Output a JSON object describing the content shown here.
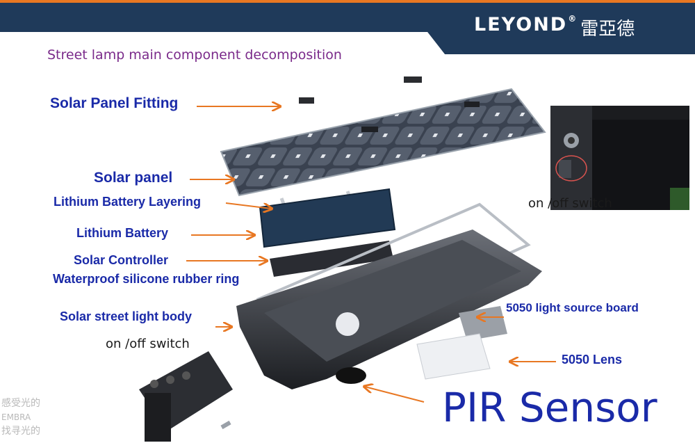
{
  "brand": {
    "name": "LEYOND",
    "registered": "®",
    "chinese": "雷亞德"
  },
  "title": "Street lamp main component decomposition",
  "labels": {
    "solar_panel_fitting": "Solar Panel Fitting",
    "solar_panel": "Solar panel",
    "lithium_battery_layering": "Lithium Battery Layering",
    "lithium_battery": "Lithium Battery",
    "solar_controller": "Solar Controller",
    "waterproof_ring": "Waterproof silicone rubber ring",
    "light_body": "Solar street light body",
    "switch_left": "on /off switch",
    "switch_right": "on /off switch",
    "light_source_board": "5050 light source board",
    "lens": "5050 Lens",
    "pir_sensor": "PIR Sensor"
  },
  "colors": {
    "header": "#1f3a5a",
    "accent": "#e87722",
    "label_blue": "#1a2aa8",
    "arrow": "#e87722"
  }
}
